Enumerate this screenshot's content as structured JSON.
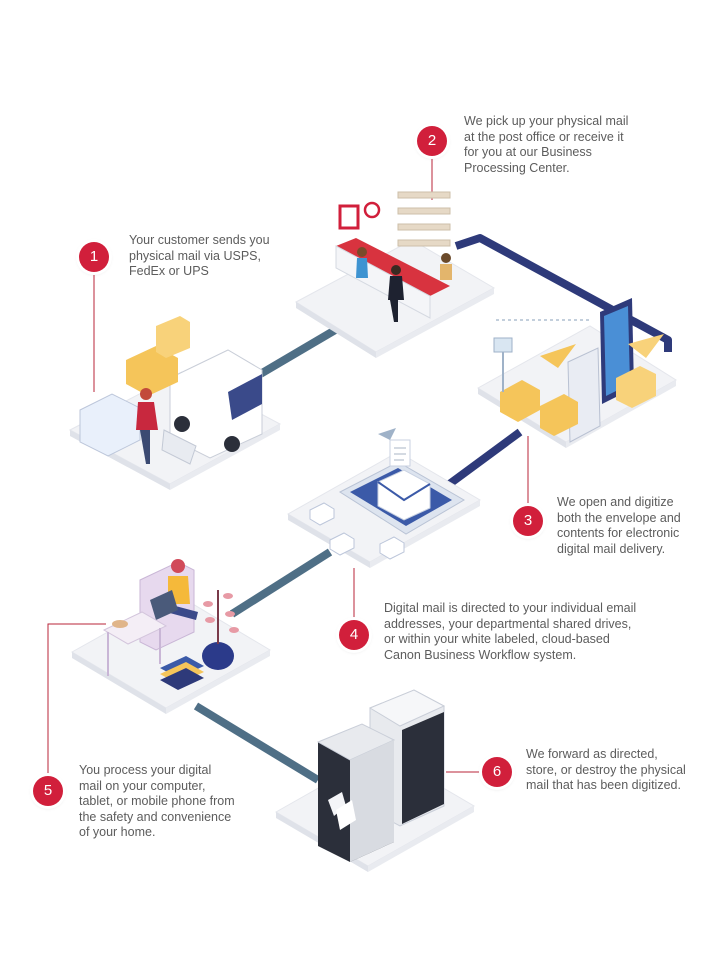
{
  "colors": {
    "accent": "#d11f3b",
    "connector": "#4f6f86",
    "connector_dark": "#2e3a7a",
    "text": "#5c5c5c",
    "platform": "#f2f3f6",
    "box_yellow": "#f5c55a"
  },
  "steps": [
    {
      "number": "1",
      "lines": [
        "Your customer sends you",
        "physical mail via USPS,",
        "FedEx or UPS"
      ]
    },
    {
      "number": "2",
      "lines": [
        "We pick up your physical mail",
        "at the post office or receive it",
        "for you at our Business",
        "Processing Center."
      ]
    },
    {
      "number": "3",
      "lines": [
        "We open and digitize",
        "both the envelope and",
        "contents for electronic",
        "digital mail delivery."
      ]
    },
    {
      "number": "4",
      "lines": [
        "Digital mail is directed to your individual email",
        "addresses, your departmental shared drives,",
        "or within your white labeled, cloud-based",
        "Canon Business Workflow system."
      ]
    },
    {
      "number": "5",
      "lines": [
        "You process your digital",
        "mail on your computer,",
        "tablet, or mobile phone from",
        "the safety and convenience",
        "of your home."
      ]
    },
    {
      "number": "6",
      "lines": [
        "We forward as directed,",
        "store, or destroy the physical",
        "mail that has been digitized."
      ]
    }
  ]
}
